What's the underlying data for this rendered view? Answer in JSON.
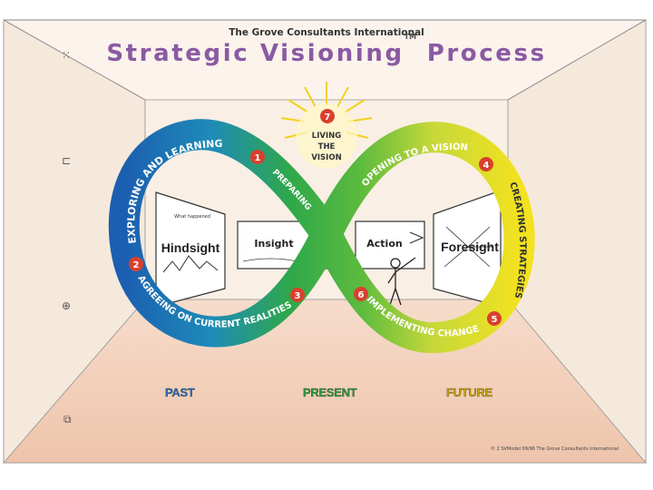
{
  "publisher": "The Grove Consultants International",
  "title": "Strategic Visioning",
  "title_mark": "TM",
  "title_suffix": "Process",
  "stages": [
    {
      "number": "1",
      "label": "PREPARING"
    },
    {
      "number": "2",
      "label": "EXPLORING AND LEARNING"
    },
    {
      "number": "3",
      "label": "AGREEING ON CURRENT REALITIES"
    },
    {
      "number": "4",
      "label": "OPENING TO A VISION"
    },
    {
      "number": "5",
      "label": "CREATING STRATEGIES"
    },
    {
      "number": "6",
      "label": "IMPLEMENTING CHANGE"
    },
    {
      "number": "7",
      "label": "LIVING THE VISION"
    }
  ],
  "living_vision_lines": [
    "LIVING",
    "THE",
    "VISION"
  ],
  "panels": {
    "hindsight": "Hindsight",
    "hindsight_note": "What happened",
    "insight": "Insight",
    "action": "Action",
    "foresight": "Foresight"
  },
  "eras": {
    "past": "PAST",
    "present": "PRESENT",
    "future": "FUTURE"
  },
  "copyright": "© 2 SVModel 09/96 The Grove Consultants International",
  "colors": {
    "title": "#8a5aa3",
    "marker": "#d9402e",
    "past": "#2b6fb6",
    "present": "#2d9b3a",
    "future": "#c9a400",
    "room_floor": "#f3d3bf",
    "room_wall": "#f7ebdc"
  },
  "icons": [
    "bracket-icon",
    "figure-icon",
    "window-icon",
    "cube-icon"
  ]
}
